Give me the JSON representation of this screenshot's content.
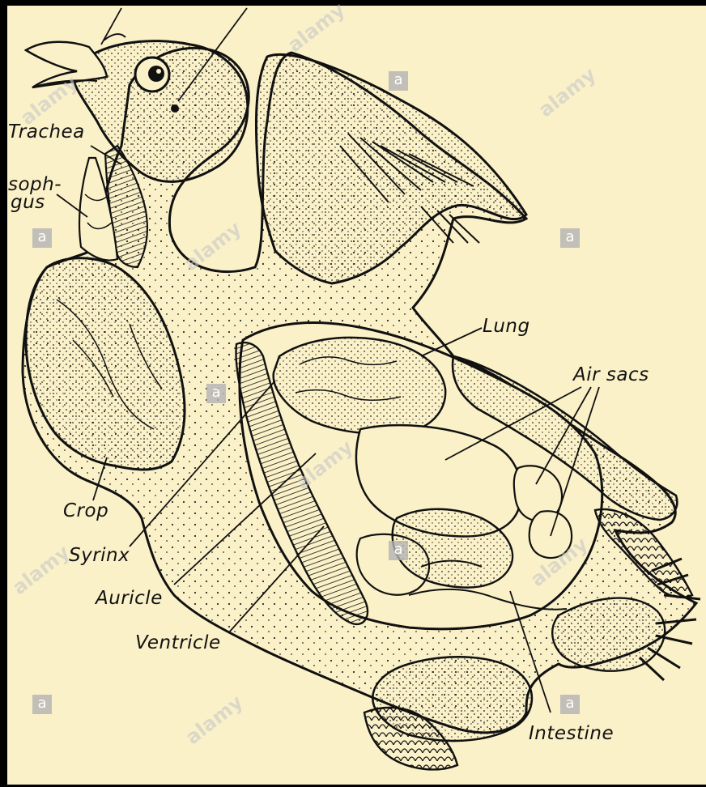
{
  "figure": {
    "labels": {
      "trachea": "Trachea",
      "esophagus_line1": "soph-",
      "esophagus_line2": "gus",
      "lung": "Lung",
      "air_sacs": "Air sacs",
      "crop": "Crop",
      "syrinx": "Syrinx",
      "auricle": "Auricle",
      "ventricle": "Ventricle",
      "intestine": "Intestine"
    }
  },
  "watermark": {
    "text": "alamy",
    "badge": "a"
  }
}
